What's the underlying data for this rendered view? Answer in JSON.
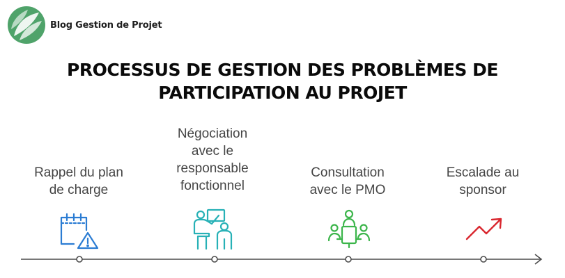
{
  "brand": {
    "name": "Blog Gestion de Projet",
    "logo_color": "#4fa36a"
  },
  "title": {
    "line1": "PROCESSUS DE GESTION DES PROBLÈMES DE",
    "line2": "PARTICIPATION AU PROJET"
  },
  "steps": [
    {
      "lines": [
        "Rappel du plan",
        "de charge"
      ],
      "icon": "calendar-warning-icon",
      "color": "#2b7cd3"
    },
    {
      "lines": [
        "Négociation",
        "avec le",
        "responsable",
        "fonctionnel"
      ],
      "icon": "presentation-meeting-icon",
      "color": "#27b1b6"
    },
    {
      "lines": [
        "Consultation",
        "avec le PMO"
      ],
      "icon": "team-meeting-icon",
      "color": "#3bb54a"
    },
    {
      "lines": [
        "Escalade au",
        "sponsor"
      ],
      "icon": "trend-up-arrow-icon",
      "color": "#d9262e"
    }
  ]
}
